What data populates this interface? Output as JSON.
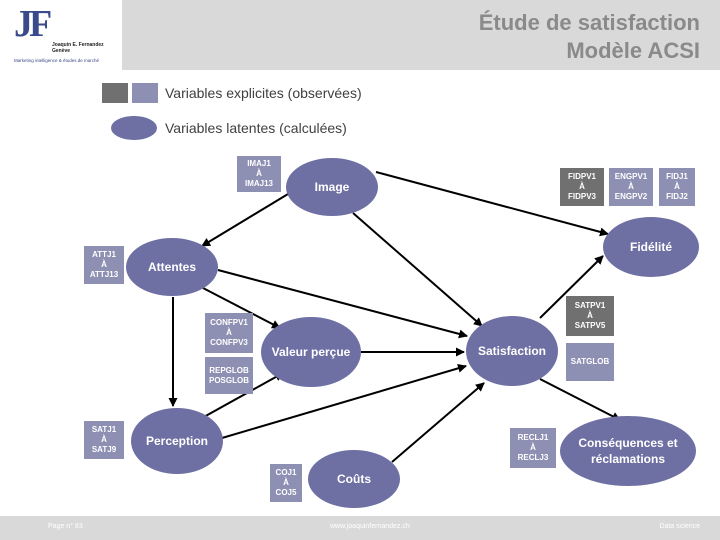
{
  "header": {
    "logo_mark": "JF",
    "logo_name": "Joaquin E. Fernandez Genève",
    "logo_tagline": "Marketing intelligence & études de marché",
    "title_line1": "Étude de satisfaction",
    "title_line2": "Modèle ACSI"
  },
  "legend": {
    "observed_label": "Variables explicites (observées)",
    "latent_label": "Variables latentes (calculées)"
  },
  "colors": {
    "latent": "#6e6fa3",
    "observed_light": "#8d8fb3",
    "observed_dark": "#707070",
    "arrow": "#000000",
    "banner": "#d9d9d9"
  },
  "latent": {
    "image": "Image",
    "attentes": "Attentes",
    "valeur": "Valeur perçue",
    "perception": "Perception",
    "couts": "Coûts",
    "satisfaction": "Satisfaction",
    "fidelite": "Fidélité",
    "consequences": "Conséquences et réclamations"
  },
  "observed": {
    "imaj": "IMAJ1 À IMAJ13",
    "attj": "ATTJ1 À ATTJ13",
    "confpv": "CONFPV1 À CONFPV3",
    "repglob": "REPGLOB POSGLOB",
    "satj": "SATJ1 À SATJ9",
    "coj": "COJ1 À COJ5",
    "fidpv": "FIDPV1 À FIDPV3",
    "engpv": "ENGPV1 À ENGPV2",
    "fidj": "FIDJ1 À FIDJ2",
    "satpv": "SATPV1 À SATPV5",
    "satglob": "SATGLOB",
    "reclj": "RECLJ1 À RECLJ3"
  },
  "footer": {
    "page": "Page n° 83",
    "url": "www.joaquinfernandez.ch",
    "section": "Data science"
  }
}
